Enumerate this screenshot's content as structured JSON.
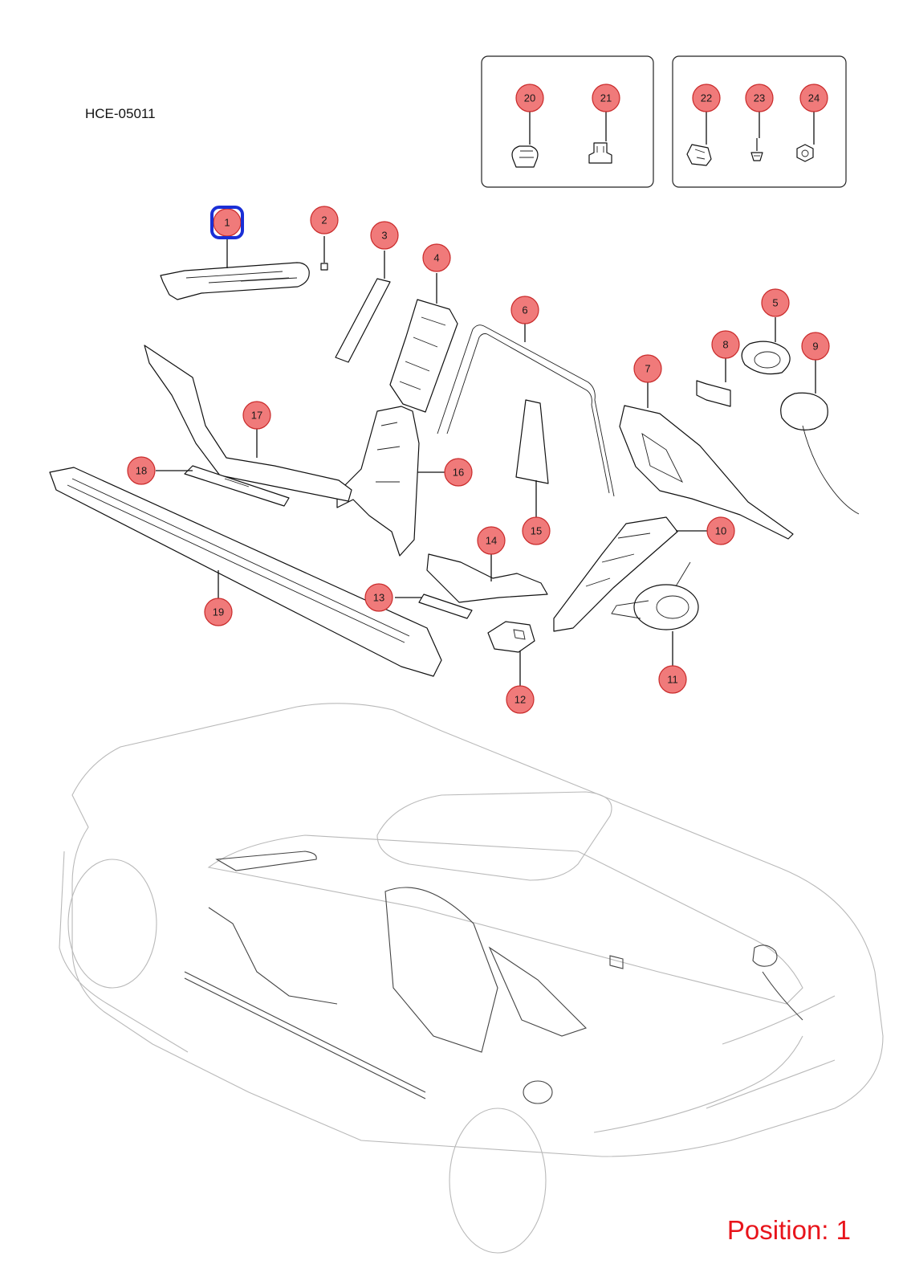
{
  "diagram_code": "HCE-05011",
  "position_label": "Position: 1",
  "selected_callout": "1",
  "colors": {
    "callout_fill": "#f07a7a",
    "callout_stroke": "#c92a2a",
    "selected_outline": "#1a2fd6",
    "position_text": "#e8141b"
  },
  "callouts": [
    "1",
    "2",
    "3",
    "4",
    "5",
    "6",
    "7",
    "8",
    "9",
    "10",
    "11",
    "12",
    "13",
    "14",
    "15",
    "16",
    "17",
    "18",
    "19",
    "20",
    "21",
    "22",
    "23",
    "24"
  ]
}
